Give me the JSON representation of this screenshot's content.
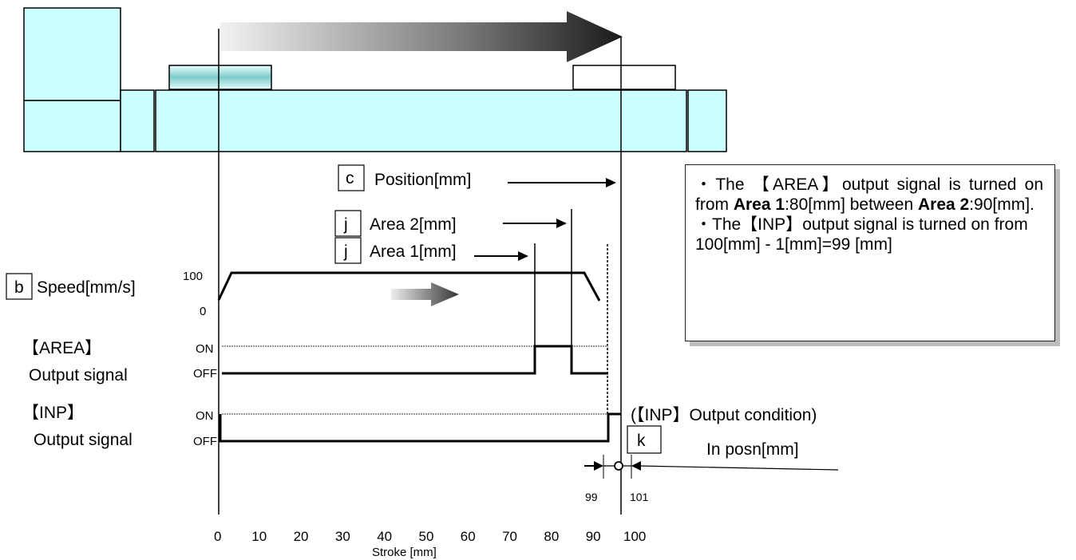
{
  "labels": {
    "position_code": "c",
    "position": "Position[mm]",
    "area2_code": "j",
    "area2": "Area 2[mm]",
    "area1_code": "j",
    "area1": "Area 1[mm]",
    "speed_code": "b",
    "speed": "Speed[mm/s]",
    "speed_100": "100",
    "speed_0": "0",
    "area_title": "【AREA】",
    "area_sub": "Output signal",
    "inp_title": "【INP】",
    "inp_sub": "Output signal",
    "on": "ON",
    "off": "OFF",
    "inp_condition": "(【INP】Output condition)",
    "inposn_code": "k",
    "inposn": "In posn[mm]",
    "mark_99": "99",
    "mark_101": "101",
    "axis_title": "Stroke [mm]"
  },
  "axis": {
    "ticks": [
      "0",
      "10",
      "20",
      "30",
      "40",
      "50",
      "60",
      "70",
      "80",
      "90",
      "100"
    ]
  },
  "note": {
    "l1a": "・The 【AREA】output signal is turned on from ",
    "area1_bold": "Area 1",
    "l1b": ":80[mm] between ",
    "area2_bold": "Area 2",
    "l1c": ":90[mm].",
    "l2": "・The【INP】output signal is turned on from",
    "l3": "100[mm] - 1[mm]=99 [mm]"
  },
  "colors": {
    "body": "#ccffff",
    "outline": "#000000",
    "signal_dotted": "#999999"
  }
}
